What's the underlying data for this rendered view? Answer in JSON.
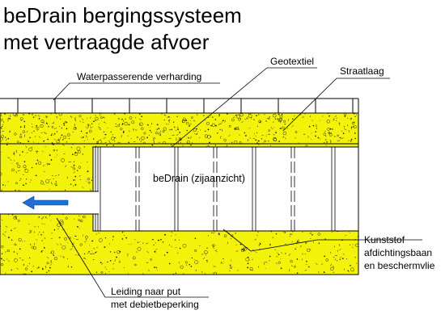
{
  "title": {
    "line1": "beDrain bergingssysteem",
    "line2": "met vertraagde afvoer"
  },
  "labels": {
    "paving": "Waterpasserende verharding",
    "geotextile": "Geotextiel",
    "street_layer": "Straatlaag",
    "bedrain": "beDrain (zijaanzicht)",
    "liner_line1": "Kunststof",
    "liner_line2": "afdichtingsbaan",
    "liner_line3": "en beschermvlie",
    "pipe_line1": "Leiding naar put",
    "pipe_line2": "met debietbeperking"
  },
  "colors": {
    "fill_layer": "#f2f20a",
    "arrow": "#1f6fd6",
    "line": "#000000"
  }
}
